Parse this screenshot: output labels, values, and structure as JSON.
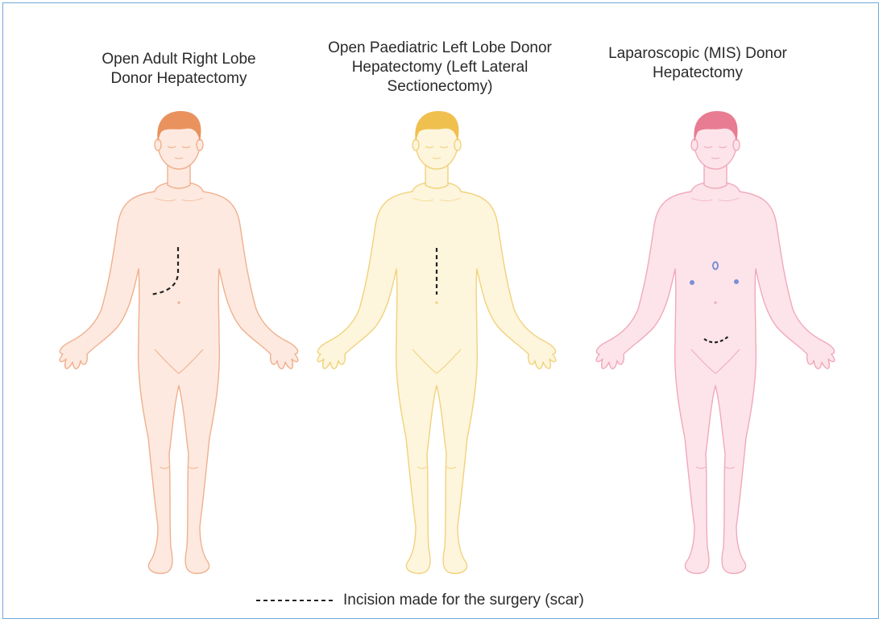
{
  "figures": [
    {
      "title": "Open Adult Right Lobe\nDonor Hepatectomy",
      "skin": "#fde9df",
      "outline": "#efb08e",
      "hair": "#e9925e",
      "marks": "right-subcostal-incision"
    },
    {
      "title": "Open Paediatric Left Lobe Donor\nHepatectomy (Left Lateral\nSectionectomy)",
      "skin": "#fdf5dc",
      "outline": "#f1d27c",
      "hair": "#f0c04f",
      "marks": "upper-midline-incision"
    },
    {
      "title": "Laparoscopic (MIS) Donor\nHepatectomy",
      "skin": "#fce4ea",
      "outline": "#f1a9bb",
      "hair": "#e77c92",
      "marks": "port-sites-and-pfannenstiel-incision"
    }
  ],
  "port_color": "#7b8fd6",
  "incision_color": "#222222",
  "legend": {
    "label": "Incision made for the surgery (scar)"
  }
}
